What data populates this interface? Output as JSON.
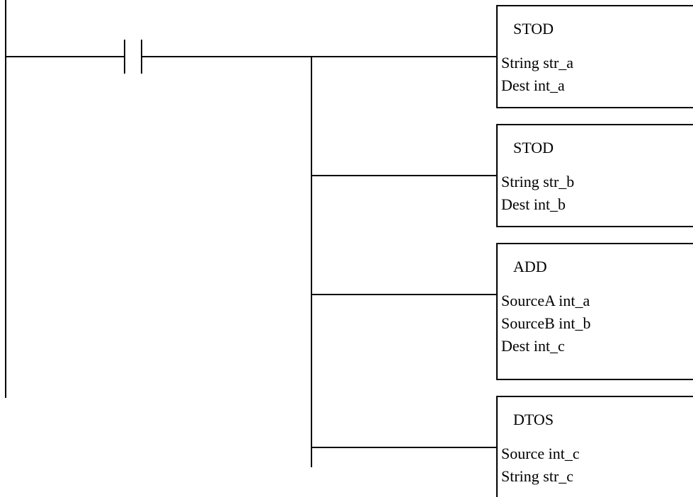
{
  "diagram": {
    "type": "ladder-logic",
    "contact": {
      "kind": "normally-open-contact"
    },
    "blocks": [
      {
        "mnemonic": "STOD",
        "params": [
          "String str_a",
          "Dest int_a"
        ]
      },
      {
        "mnemonic": "STOD",
        "params": [
          "String str_b",
          "Dest int_b"
        ]
      },
      {
        "mnemonic": "ADD",
        "params": [
          "SourceA int_a",
          "SourceB int_b",
          "Dest int_c"
        ]
      },
      {
        "mnemonic": "DTOS",
        "params": [
          "Source int_c",
          "String str_c"
        ]
      }
    ]
  }
}
